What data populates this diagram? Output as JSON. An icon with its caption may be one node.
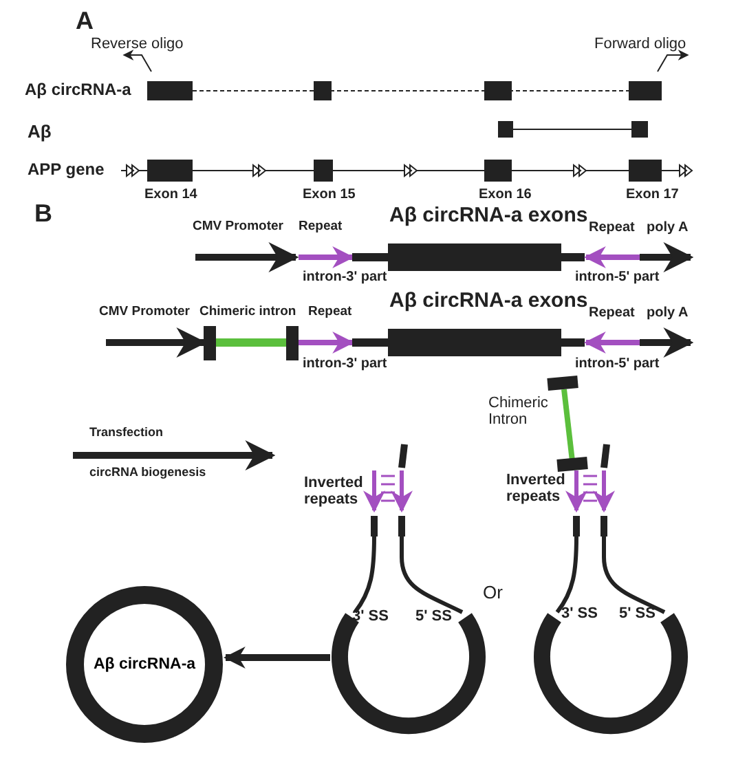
{
  "diagram": {
    "nodes": [
      {
        "text": [
          "Aβ circRNA-a"
        ]
      },
      {
        "text": [],
        "shape": "picture"
      },
      {
        "text": [],
        "shape": "picture"
      }
    ],
    "edges": [
      {
        "from": 1,
        "to": 0,
        "arrow": "to"
      }
    ],
    "labels": [
      "A",
      "Reverse oligo",
      "Forward oligo",
      "Aβ circRNA-a",
      "Aβ",
      "APP gene",
      "Exon 14",
      "Exon 15",
      "Exon 16",
      "Exon 17",
      "B",
      "CMV Promoter",
      "Repeat",
      "Aβ circRNA-a exons",
      "Repeat",
      "poly A",
      "intron-3' part",
      "intron-5' part",
      "CMV Promoter",
      "Chimeric intron",
      "Repeat",
      "Aβ circRNA-a exons",
      "Repeat",
      "poly A",
      "intron-3' part",
      "intron-5' part",
      "Chimeric Intron",
      "Transfection",
      "circRNA biogenesis",
      "Inverted repeats",
      "Inverted repeats",
      "Or",
      "3' SS",
      "5' SS",
      "3' SS",
      "5' SS"
    ]
  }
}
